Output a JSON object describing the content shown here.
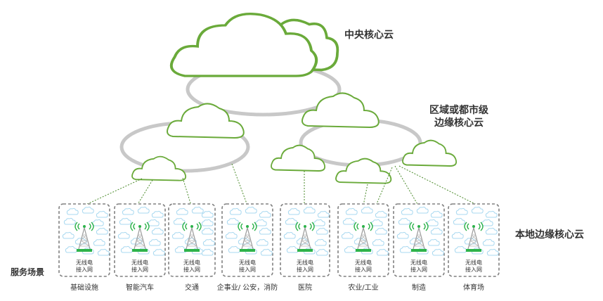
{
  "labels": {
    "central": "中央核心云",
    "regional_line1": "区域或都市级",
    "regional_line2": "边缘核心云",
    "local": "本地边缘核心云",
    "service": "服务场景"
  },
  "access_network_label_line1": "无线电",
  "access_network_label_line2": "接入网",
  "scenarios": [
    {
      "name": "基础设施"
    },
    {
      "name": "智能汽车"
    },
    {
      "name": "交通"
    },
    {
      "name": "企事业/ 公安，消防"
    },
    {
      "name": "医院"
    },
    {
      "name": "农业/工业"
    },
    {
      "name": "制造"
    },
    {
      "name": "体育场"
    }
  ],
  "colors": {
    "cloud_stroke": "#6aaa3a",
    "ring": "#c8c8c8",
    "box_border": "#808080",
    "mini_cloud": "#a8d8f0",
    "tower": "#8fc46a",
    "dotted_line": "#4a8a2a"
  }
}
